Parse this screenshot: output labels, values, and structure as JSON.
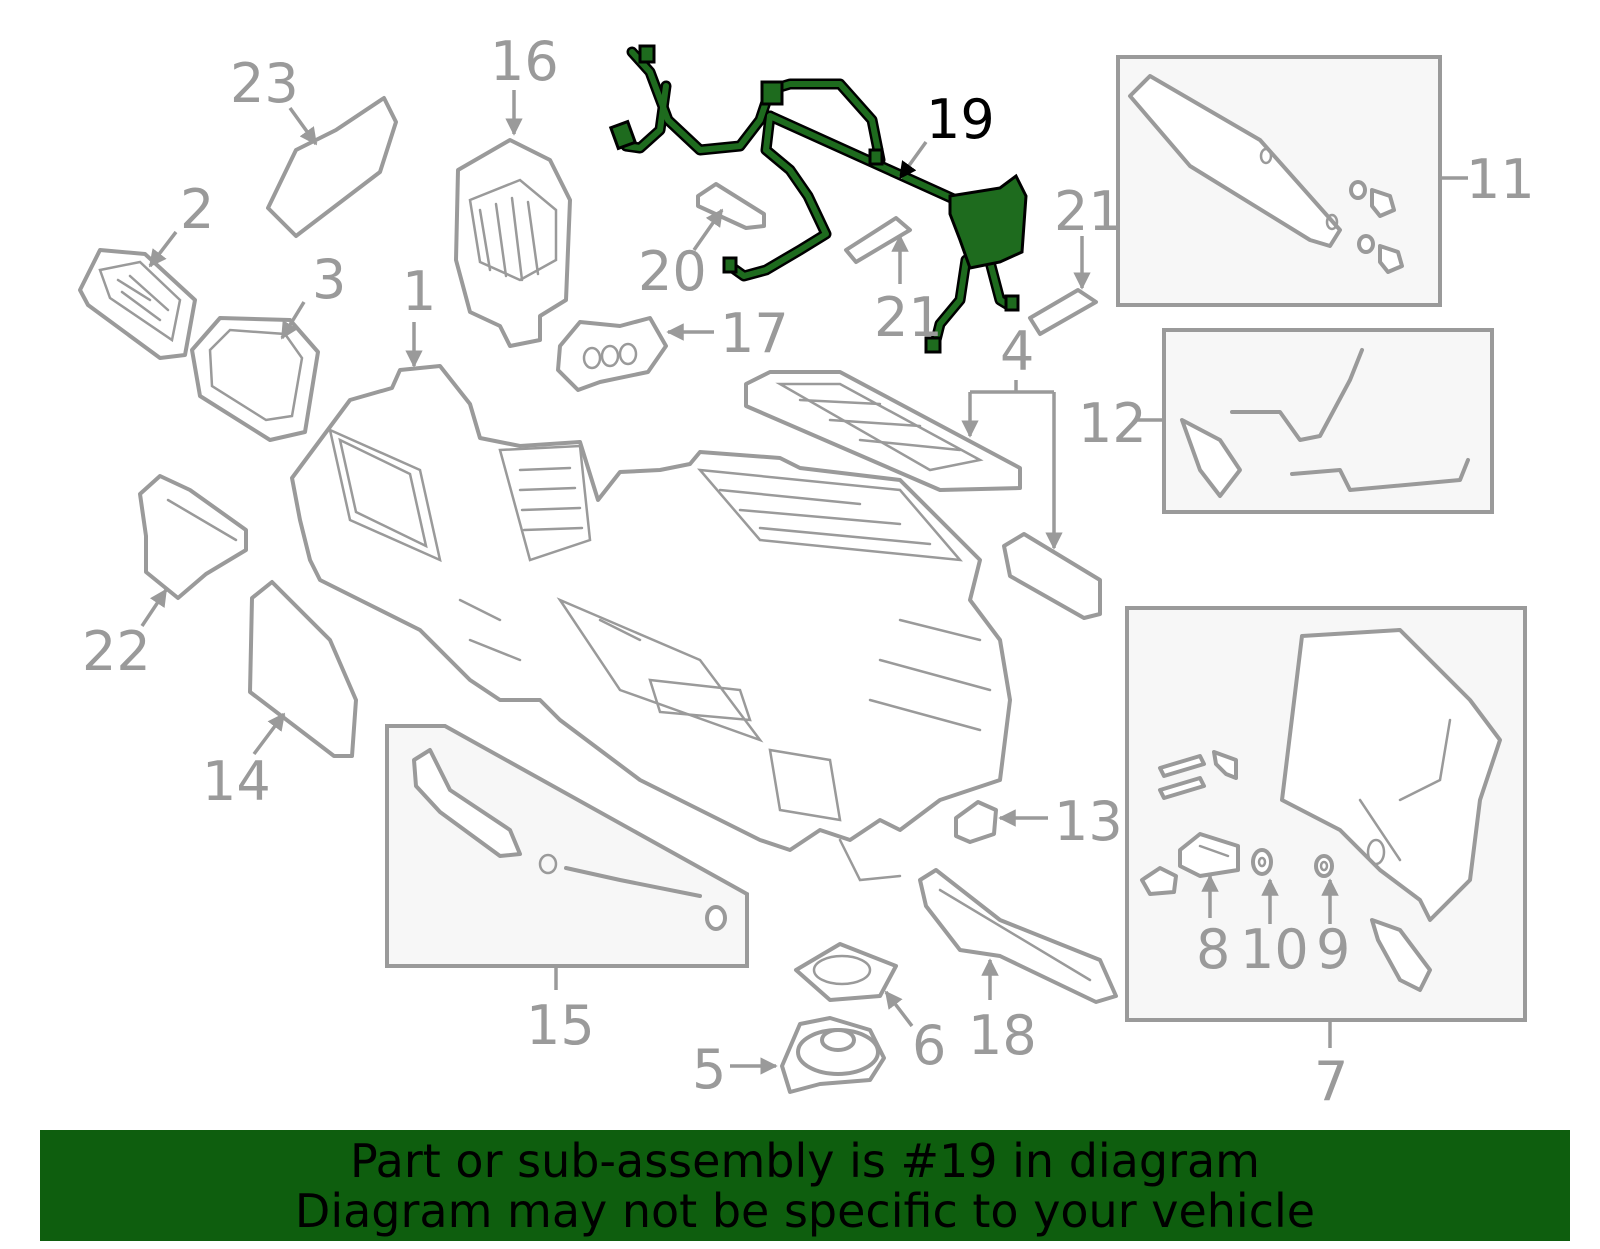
{
  "callouts": {
    "c1": "1",
    "c2": "2",
    "c3": "3",
    "c4": "4",
    "c5": "5",
    "c6": "6",
    "c7": "7",
    "c8": "8",
    "c9": "9",
    "c10": "10",
    "c11": "11",
    "c12": "12",
    "c13": "13",
    "c14": "14",
    "c15": "15",
    "c16": "16",
    "c17": "17",
    "c18": "18",
    "c19": "19",
    "c20": "20",
    "c21a": "21",
    "c21b": "21",
    "c22": "22",
    "c23": "23"
  },
  "highlight": {
    "part": "19",
    "color": "#1e6b1e"
  },
  "banner": {
    "line1": "Part or sub-assembly is #19 in diagram",
    "line2": "Diagram may not be specific to your vehicle",
    "color": "#0e5e0e"
  }
}
